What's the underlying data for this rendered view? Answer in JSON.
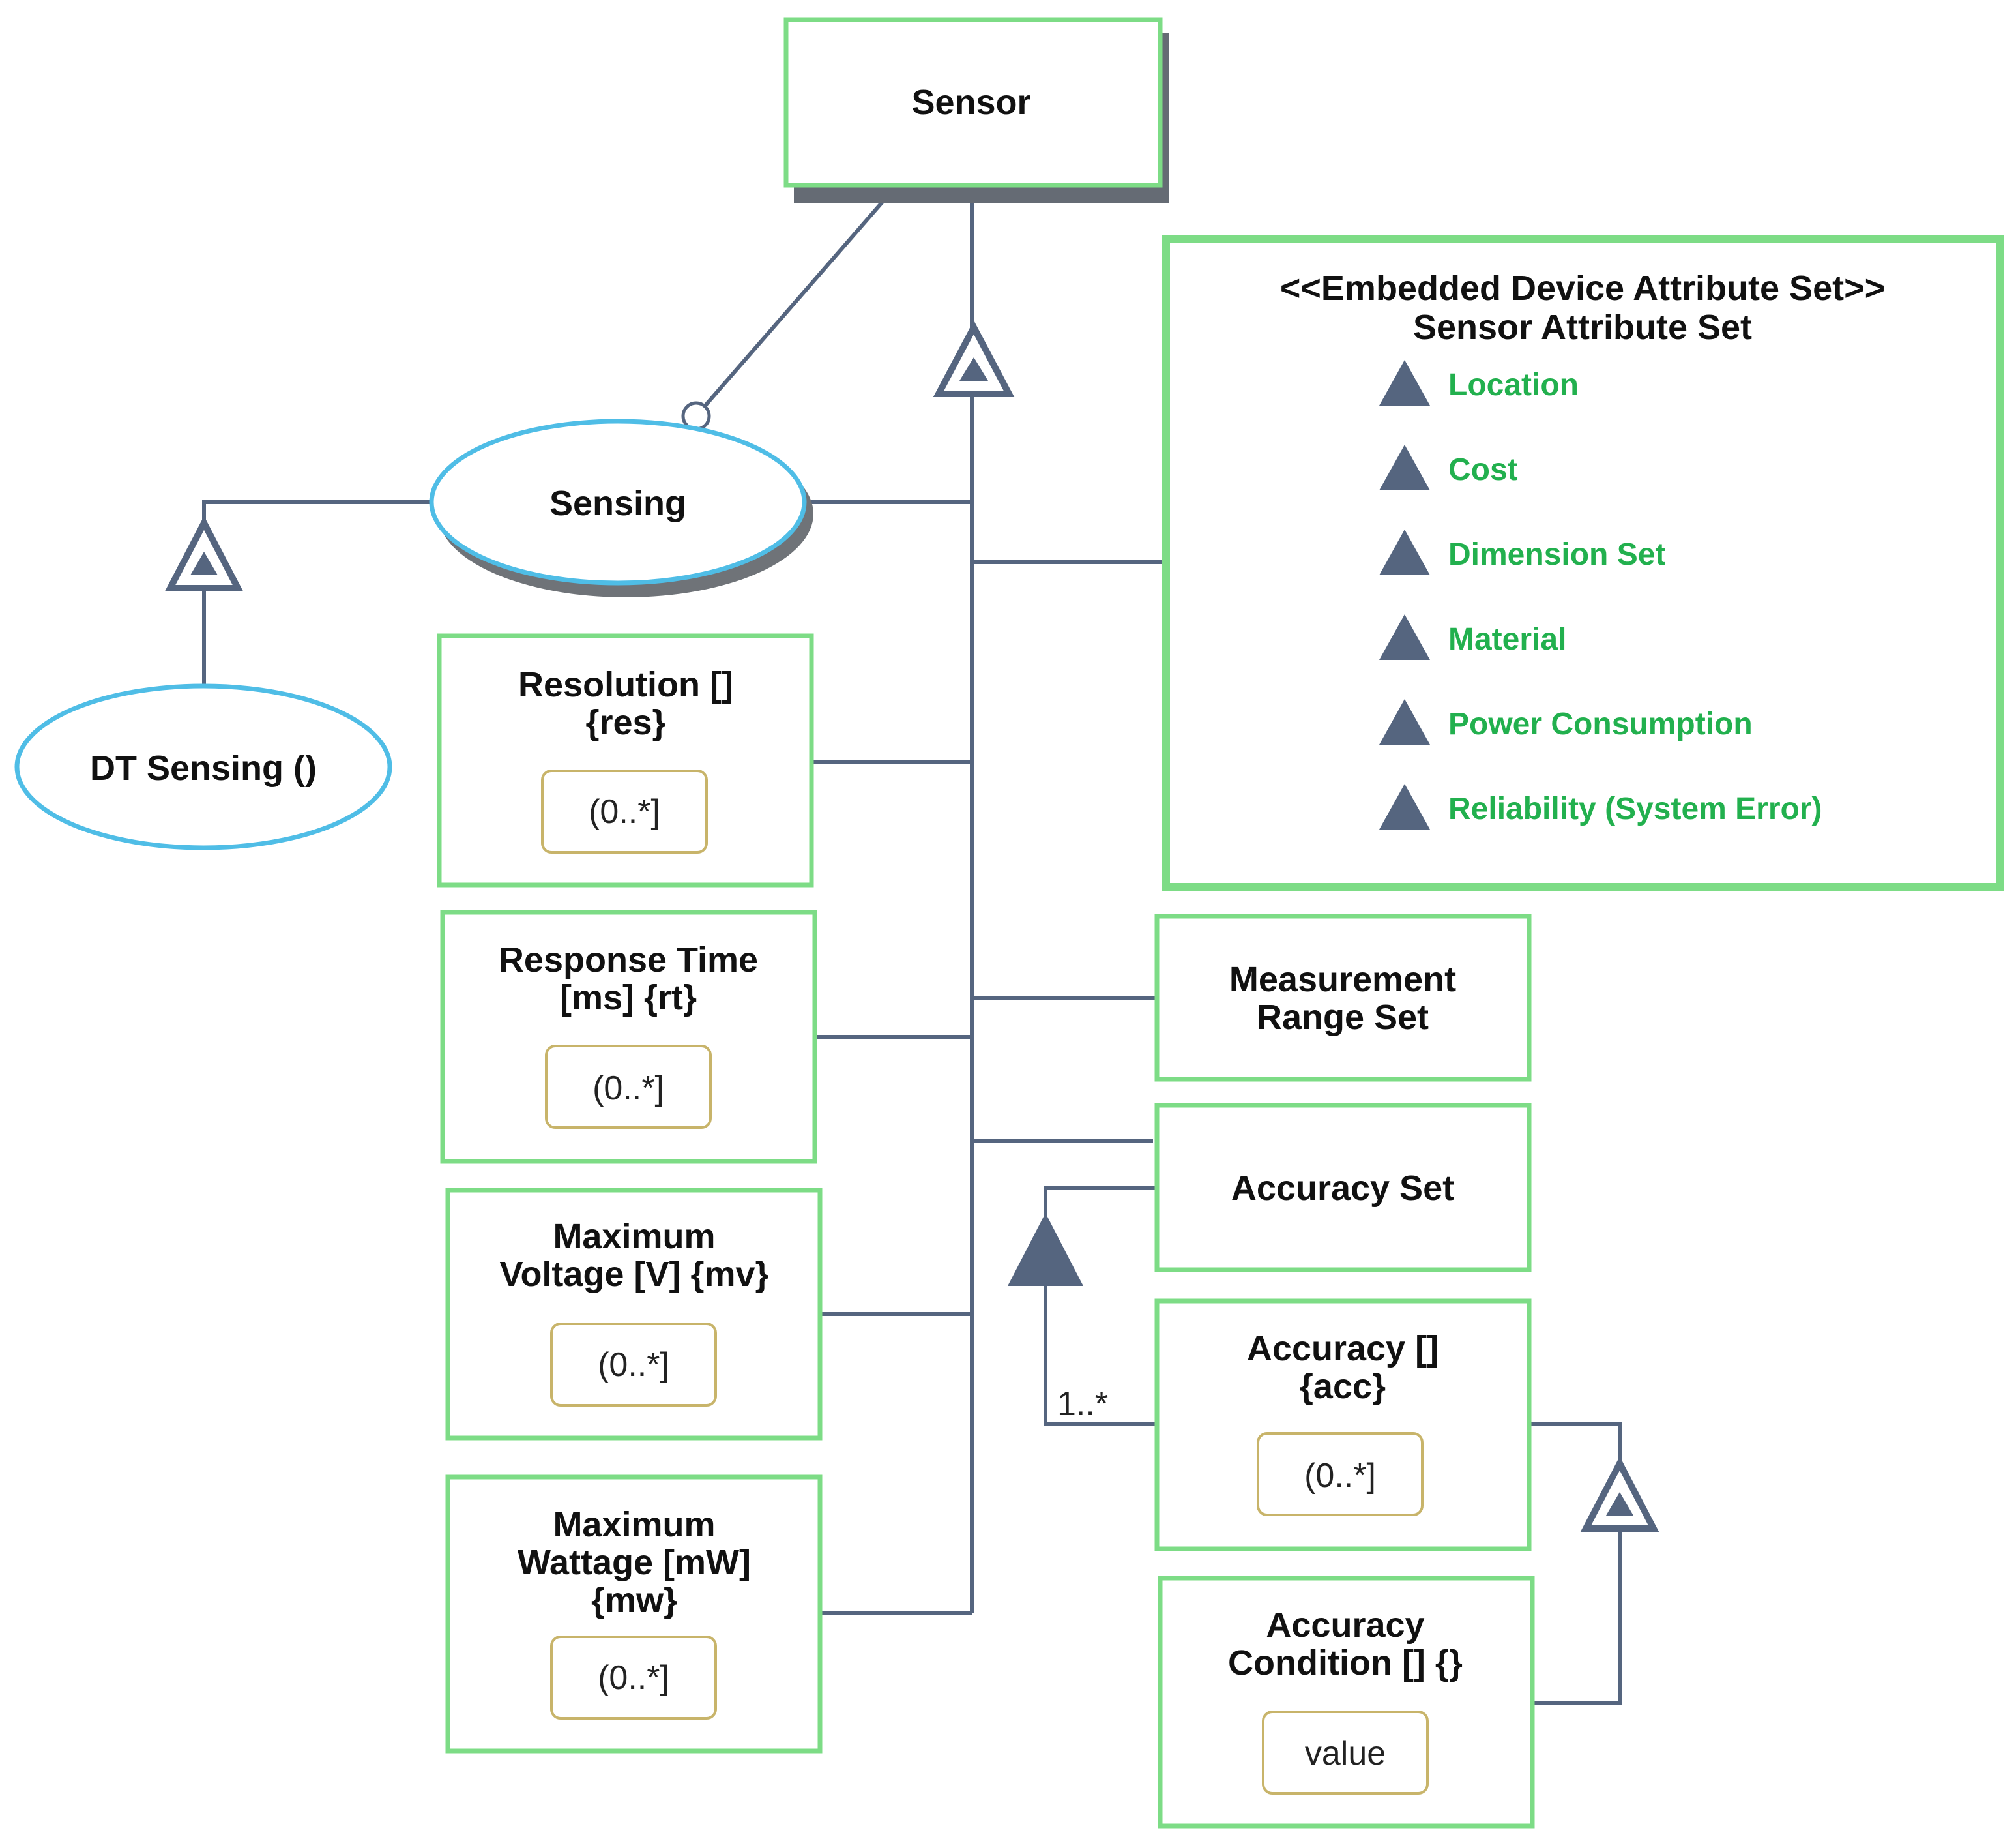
{
  "sensor": {
    "label": "Sensor"
  },
  "sensing": {
    "label": "Sensing"
  },
  "dt_sensing": {
    "label": "DT Sensing ()"
  },
  "attribute_set": {
    "stereotype": "<<Embedded Device Attribute Set>>",
    "name": "Sensor Attribute Set",
    "items": [
      "Location",
      "Cost",
      "Dimension Set",
      "Material",
      "Power Consumption",
      "Reliability (System Error)"
    ]
  },
  "resolution": {
    "line1": "Resolution []",
    "line2": "{res}",
    "mult": "(0..*]"
  },
  "response_time": {
    "line1": "Response Time",
    "line2": "[ms] {rt}",
    "mult": "(0..*]"
  },
  "max_voltage": {
    "line1": "Maximum",
    "line2": "Voltage [V] {mv}",
    "mult": "(0..*]"
  },
  "max_wattage": {
    "line1": "Maximum",
    "line2": "Wattage [mW]",
    "line3": "{mw}",
    "mult": "(0..*]"
  },
  "measurement_range": {
    "line1": "Measurement",
    "line2": "Range Set"
  },
  "accuracy_set": {
    "label": "Accuracy Set"
  },
  "accuracy": {
    "line1": "Accuracy []",
    "line2": "{acc}",
    "mult": "(0..*]"
  },
  "accuracy_condition": {
    "line1": "Accuracy",
    "line2": "Condition [] {}",
    "value": "value"
  },
  "multiplicity_label": "1..*",
  "colors": {
    "box_border": "#7ddc86",
    "connector": "#55657f",
    "ellipse_border": "#4fbde6",
    "attr_text": "#22b04e",
    "value_border": "#c8b46a"
  }
}
